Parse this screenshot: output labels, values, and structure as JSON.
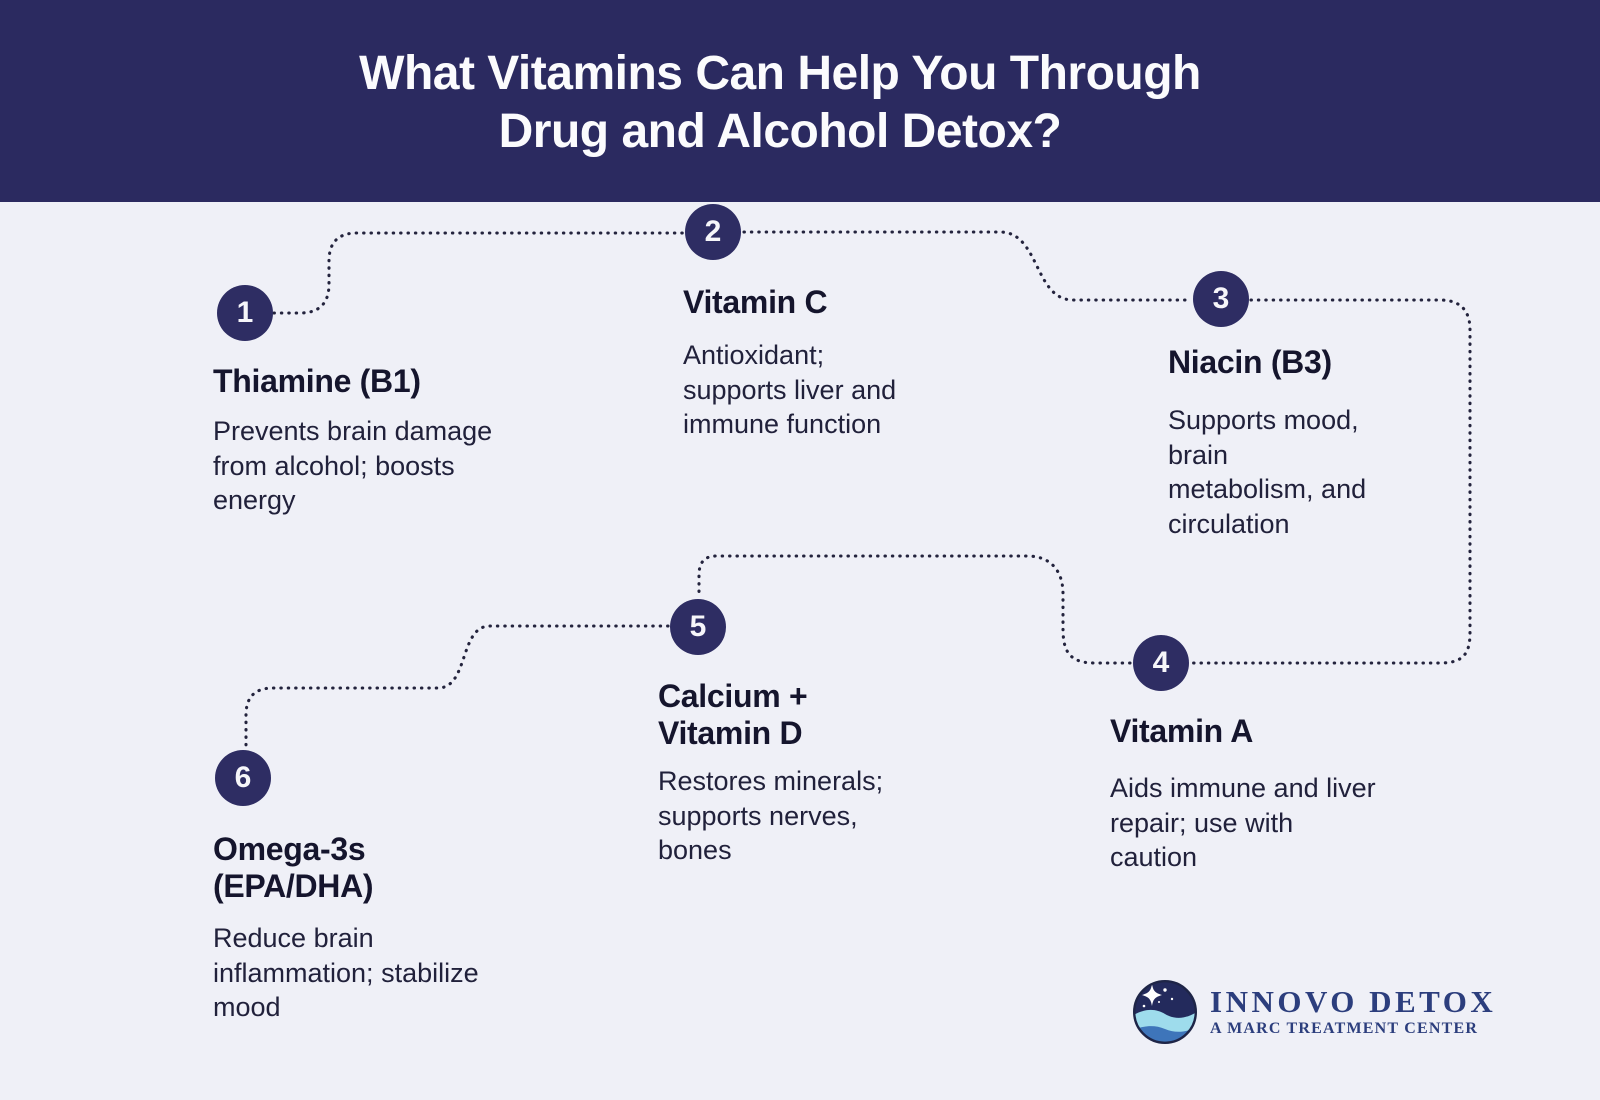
{
  "header": {
    "title": "What Vitamins Can Help You Through\nDrug and Alcohol Detox?"
  },
  "items": [
    {
      "number": "1",
      "name": "Thiamine (B1)",
      "description": "Prevents brain damage\nfrom alcohol; boosts\nenergy"
    },
    {
      "number": "2",
      "name": "Vitamin C",
      "description": "Antioxidant;\nsupports liver and\nimmune function"
    },
    {
      "number": "3",
      "name": "Niacin (B3)",
      "description": "Supports mood,\nbrain\nmetabolism, and\ncirculation"
    },
    {
      "number": "4",
      "name": "Vitamin A",
      "description": "Aids immune and liver\nrepair; use with\ncaution"
    },
    {
      "number": "5",
      "name": "Calcium +\nVitamin D",
      "description": "Restores minerals;\nsupports nerves,\nbones"
    },
    {
      "number": "6",
      "name": "Omega-3s\n(EPA/DHA)",
      "description": "Reduce brain\ninflammation; stabilize\nmood"
    }
  ],
  "logo": {
    "name": "INNOVO DETOX",
    "tagline": "A MARC TREATMENT CENTER"
  },
  "colors": {
    "header_background": "#2b2a60",
    "page_background": "#eff0f7",
    "circle_fill": "#2e2d63",
    "heading_text": "#15152d",
    "body_text": "#21213b",
    "dotted_line": "#23233d",
    "title_text": "#fbfbfd",
    "logo_text": "#2c3e7d",
    "logo_sky": "#232a5c",
    "logo_wave_light": "#9edcec",
    "logo_wave_dark": "#3e75ba"
  }
}
